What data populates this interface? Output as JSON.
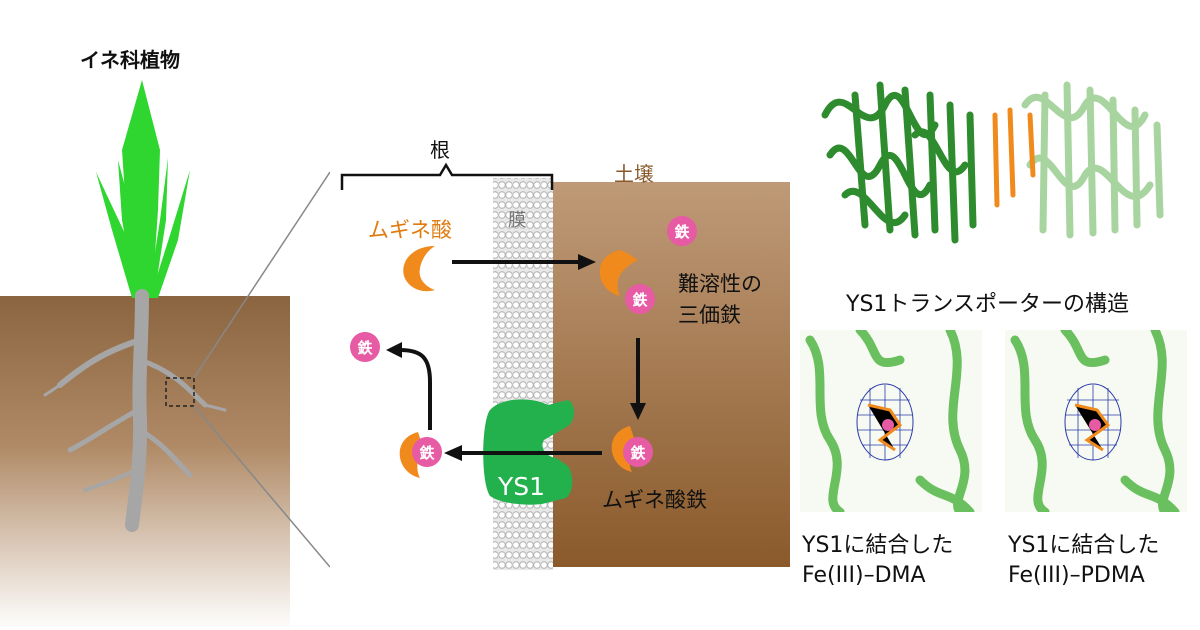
{
  "plant": {
    "title": "イネ科植物"
  },
  "diagram": {
    "root_label": "根",
    "soil_label": "土壌",
    "membrane_label": "膜",
    "mugineic_acid": "ムギネ酸",
    "insoluble_iron_line1": "難溶性の",
    "insoluble_iron_line2": "三価鉄",
    "mugineic_iron": "ムギネ酸鉄",
    "transporter": "YS1",
    "iron_symbol": "鉄"
  },
  "structure": {
    "title": "YS1トランスポーターの構造",
    "panel_left_line1": "YS1に結合した",
    "panel_left_line2": "Fe(III)–DMA",
    "panel_right_line1": "YS1に結合した",
    "panel_right_line2": "Fe(III)–PDMA"
  },
  "colors": {
    "leaf": "#2fd62f",
    "root": "#a6a6a6",
    "soil": "#8a5a2b",
    "iron": "#e75aa4",
    "mugineic": "#f08a1c",
    "transporter": "#22b14c",
    "protein_dark": "#2e8b2e",
    "protein_light": "#a8d4a0"
  }
}
